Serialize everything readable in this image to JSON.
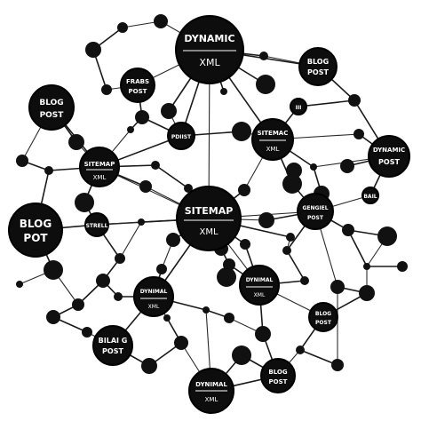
{
  "nodes": {
    "dynamic_top": {
      "line1": "DYNAMIC",
      "line2": "XML"
    },
    "blog_top_right": {
      "line1": "BLOG",
      "line2": "POST"
    },
    "frabs_post": {
      "line1": "FRABS",
      "line2": "POST"
    },
    "blog_left": {
      "line1": "BLOG",
      "line2": "POST"
    },
    "pdiist": {
      "line1": "PDIIST"
    },
    "sitemac": {
      "line1": "SITEMAC",
      "line2": "XML"
    },
    "dynamic_right": {
      "line1": "DYNAMIC",
      "line2": "POST"
    },
    "sitemap_left": {
      "line1": "SITEMAP",
      "line2": "XML"
    },
    "sitemap_center": {
      "line1": "SITEMAP",
      "line2": "XML"
    },
    "gengiel_post": {
      "line1": "GENGIEL",
      "line2": "POST"
    },
    "bail": {
      "line1": "BAIL"
    },
    "blog_pot": {
      "line1": "BLOG",
      "line2": "POT"
    },
    "strell": {
      "line1": "STRELL"
    },
    "dynimal_mid": {
      "line1": "DYNIMAL",
      "line2": "XML"
    },
    "dynimal_xml": {
      "line1": "DYNIMAL",
      "line2": "XML"
    },
    "blog_post_br": {
      "line1": "BLOG",
      "line2": "POST"
    },
    "bilai_g": {
      "line1": "BILAI G",
      "line2": "POST"
    },
    "dynimal_bottom": {
      "line1": "DYNIMAL",
      "line2": "XML"
    },
    "blog_bottom": {
      "line1": "BLOG",
      "line2": "POST"
    },
    "mark_tr": {
      "line1": "III"
    }
  }
}
